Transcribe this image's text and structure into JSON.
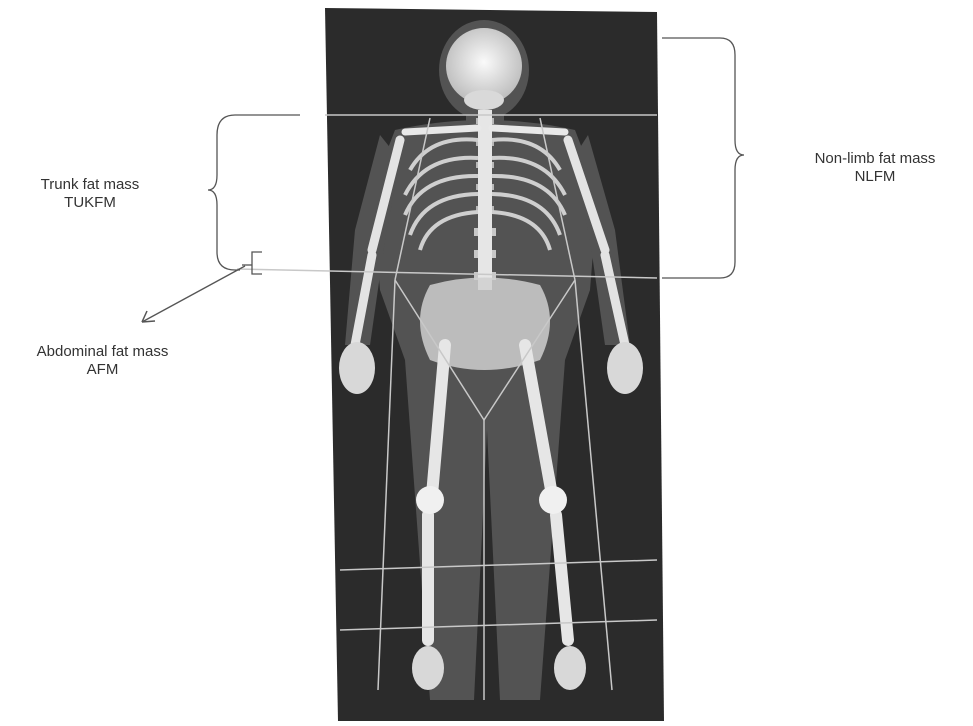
{
  "figure": {
    "labels": {
      "trunk": {
        "line1": "Trunk fat mass",
        "line2": "TUKFM"
      },
      "abdominal": {
        "line1": "Abdominal fat mass",
        "line2": "AFM"
      },
      "nonlimb": {
        "line1": "Non-limb fat mass",
        "line2": "NLFM"
      }
    },
    "colors": {
      "scan_background": "#2b2b2b",
      "bone": "#e8e8e8",
      "region_lines": "#c8c8c8",
      "annotation_lines": "#555555",
      "text": "#333333"
    }
  }
}
